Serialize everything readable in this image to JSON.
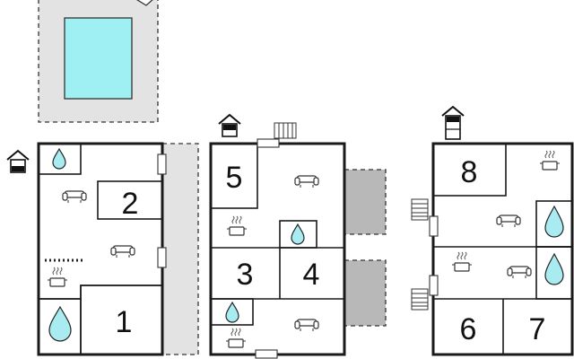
{
  "colors": {
    "pool_water": "#9ff0f2",
    "bathroom_drop": "#a8ecf2",
    "yard": "#e3e3e3",
    "terrace": "#b8b8b8",
    "wall": "#1a1a1a"
  },
  "icons": {
    "floor_marker": "house-floor-icon",
    "bathroom": "water-drop-icon",
    "living": "sofa-icon",
    "kitchen": "cooking-pot-icon",
    "radiator": "radiator-icon",
    "stairs": "stairs-icon",
    "door": "door-icon"
  },
  "floors": [
    {
      "rooms": [
        "1",
        "2"
      ]
    },
    {
      "rooms": [
        "3",
        "4",
        "5"
      ]
    },
    {
      "rooms": [
        "6",
        "7",
        "8"
      ]
    }
  ]
}
